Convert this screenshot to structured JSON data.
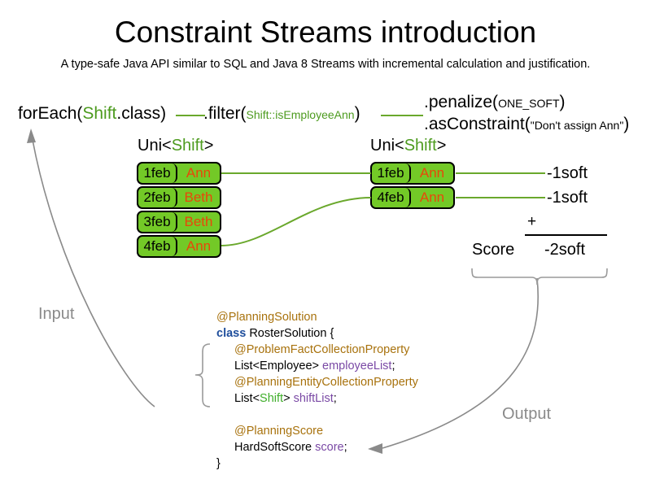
{
  "header": {
    "title": "Constraint Streams introduction",
    "subtitle": "A type-safe Java API similar to SQL and Java 8 Streams with incremental calculation and justification."
  },
  "pipeline": {
    "foreach": {
      "call": "forEach(",
      "type": "Shift",
      "tail": ".class)"
    },
    "filter": {
      "call": ".filter(",
      "arg": "Shift::isEmployeeAnn",
      "tail": ")"
    },
    "penalize": {
      "call": ".penalize(",
      "arg": "ONE_SOFT",
      "tail": ")"
    },
    "as_constraint": {
      "call": ".asConstraint(",
      "arg": "\"Don't assign Ann\"",
      "tail": ")"
    }
  },
  "streams": {
    "left": {
      "label_prefix": "Uni<",
      "label_type": "Shift",
      "label_suffix": ">",
      "rows": [
        {
          "date": "1feb",
          "name": "Ann"
        },
        {
          "date": "2feb",
          "name": "Beth"
        },
        {
          "date": "3feb",
          "name": "Beth"
        },
        {
          "date": "4feb",
          "name": "Ann"
        }
      ]
    },
    "right": {
      "label_prefix": "Uni<",
      "label_type": "Shift",
      "label_suffix": ">",
      "rows": [
        {
          "date": "1feb",
          "name": "Ann"
        },
        {
          "date": "4feb",
          "name": "Ann"
        }
      ],
      "penalties": [
        "-1soft",
        "-1soft"
      ]
    }
  },
  "score": {
    "plus": "+",
    "word": "Score",
    "total": "-2soft"
  },
  "code": {
    "lines": [
      {
        "indent": 1,
        "parts": [
          {
            "text": "@PlanningSolution",
            "style": "anno"
          }
        ]
      },
      {
        "indent": 1,
        "parts": [
          {
            "text": "class",
            "style": "kw"
          },
          {
            "text": " RosterSolution {",
            "style": "typ"
          }
        ]
      },
      {
        "indent": 2,
        "parts": [
          {
            "text": "@ProblemFactCollectionProperty",
            "style": "anno"
          }
        ]
      },
      {
        "indent": 2,
        "parts": [
          {
            "text": "List<Employee> ",
            "style": "typ"
          },
          {
            "text": "employeeList",
            "style": "fld"
          },
          {
            "text": ";",
            "style": "typ"
          }
        ]
      },
      {
        "indent": 2,
        "parts": [
          {
            "text": "@PlanningEntityCollectionProperty",
            "style": "anno"
          }
        ]
      },
      {
        "indent": 2,
        "parts": [
          {
            "text": "List<",
            "style": "typ"
          },
          {
            "text": "Shift",
            "style": "grn"
          },
          {
            "text": "> ",
            "style": "typ"
          },
          {
            "text": "shiftList",
            "style": "fld"
          },
          {
            "text": ";",
            "style": "typ"
          }
        ]
      },
      {
        "indent": 1,
        "parts": [
          {
            "text": " ",
            "style": "typ"
          }
        ]
      },
      {
        "indent": 2,
        "parts": [
          {
            "text": "@PlanningScore",
            "style": "anno"
          }
        ]
      },
      {
        "indent": 2,
        "parts": [
          {
            "text": "HardSoftScore ",
            "style": "typ"
          },
          {
            "text": "score",
            "style": "fld"
          },
          {
            "text": ";",
            "style": "typ"
          }
        ]
      },
      {
        "indent": 1,
        "parts": [
          {
            "text": "}",
            "style": "typ"
          }
        ]
      }
    ]
  },
  "annotations": {
    "input": "Input",
    "output": "Output"
  },
  "colors": {
    "fact_fill": "#73c927",
    "fact_border": "#000000",
    "name_text": "#e8470a",
    "stream_line": "#6aa82c",
    "type_green": "#4d9b1f",
    "annotation_gold": "#a8720d",
    "keyword_blue": "#1f4e9c",
    "field_purple": "#7a49a5",
    "gray_label": "#8a8a8a"
  }
}
